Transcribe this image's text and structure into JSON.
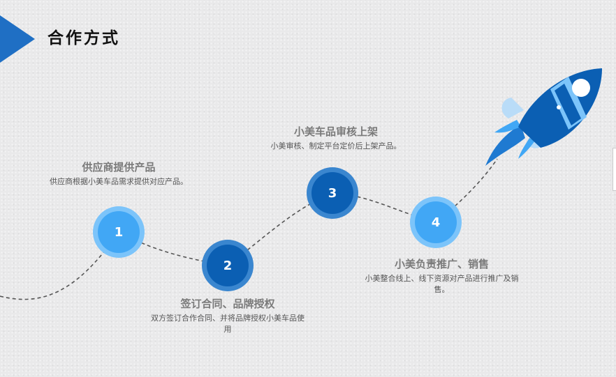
{
  "header": {
    "title": "合作方式"
  },
  "steps": [
    {
      "number": "1",
      "title": "供应商提供产品",
      "desc": "供应商根据小美车品需求提供对应产品。"
    },
    {
      "number": "2",
      "title": "签订合同、品牌授权",
      "desc": "双方签订合作合同、并将品牌授权小美车品使用"
    },
    {
      "number": "3",
      "title": "小美车品审核上架",
      "desc": "小美审核、制定平台定价后上架产品。"
    },
    {
      "number": "4",
      "title": "小美负责推广、销售",
      "desc": "小美整合线上、线下资源对产品进行推广及销售。"
    }
  ],
  "colors": {
    "accent_dark": "#0b5fb3",
    "accent_light": "#41a7f5",
    "accent_ring_dark": "#3a86cf",
    "accent_ring_light": "#7cc4fa"
  },
  "icons": {
    "rocket": "rocket-icon",
    "corner": "triangle-marker"
  }
}
